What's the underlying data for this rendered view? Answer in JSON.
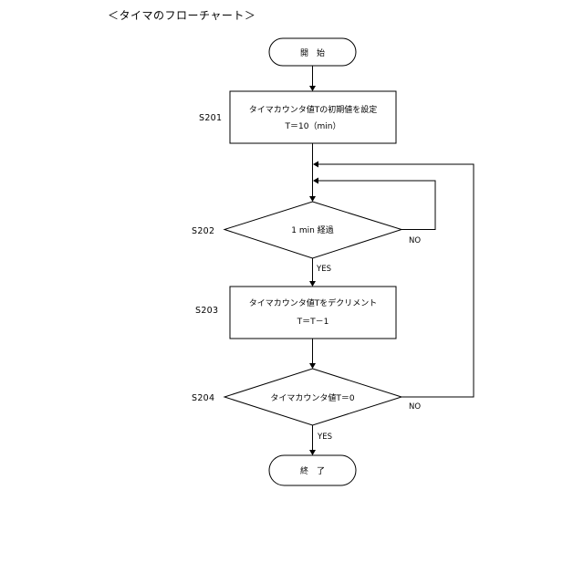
{
  "page_title": "＜タイマのフローチャート＞",
  "nodes": {
    "start": "開　始",
    "s201_line1": "タイマカウンタ値Tの初期値を設定",
    "s201_line2": "T＝10（min）",
    "s202": "1 min 経過",
    "s203_line1": "タイマカウンタ値Tをデクリメント",
    "s203_line2": "T＝T－1",
    "s204": "タイマカウンタ値T＝0",
    "end": "終　了"
  },
  "step_labels": {
    "s201": "S201",
    "s202": "S202",
    "s203": "S203",
    "s204": "S204"
  },
  "branch_labels": {
    "s202_no": "NO",
    "s202_yes": "YES",
    "s204_no": "NO",
    "s204_yes": "YES"
  }
}
